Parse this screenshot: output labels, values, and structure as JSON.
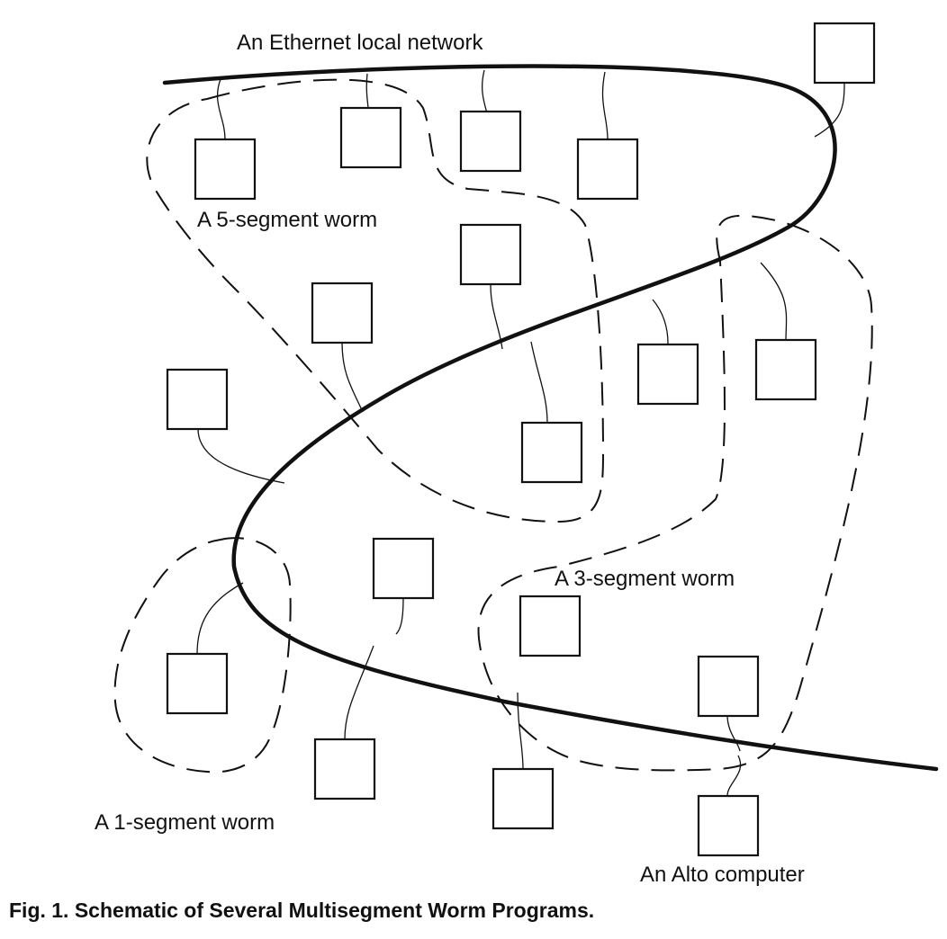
{
  "labels": {
    "ethernet": "An Ethernet local network",
    "worm5": "A 5-segment worm",
    "worm3": "A 3-segment worm",
    "worm1": "A 1-segment worm",
    "alto": "An Alto computer"
  },
  "caption": "Fig. 1. Schematic of Several Multisegment Worm Programs."
}
